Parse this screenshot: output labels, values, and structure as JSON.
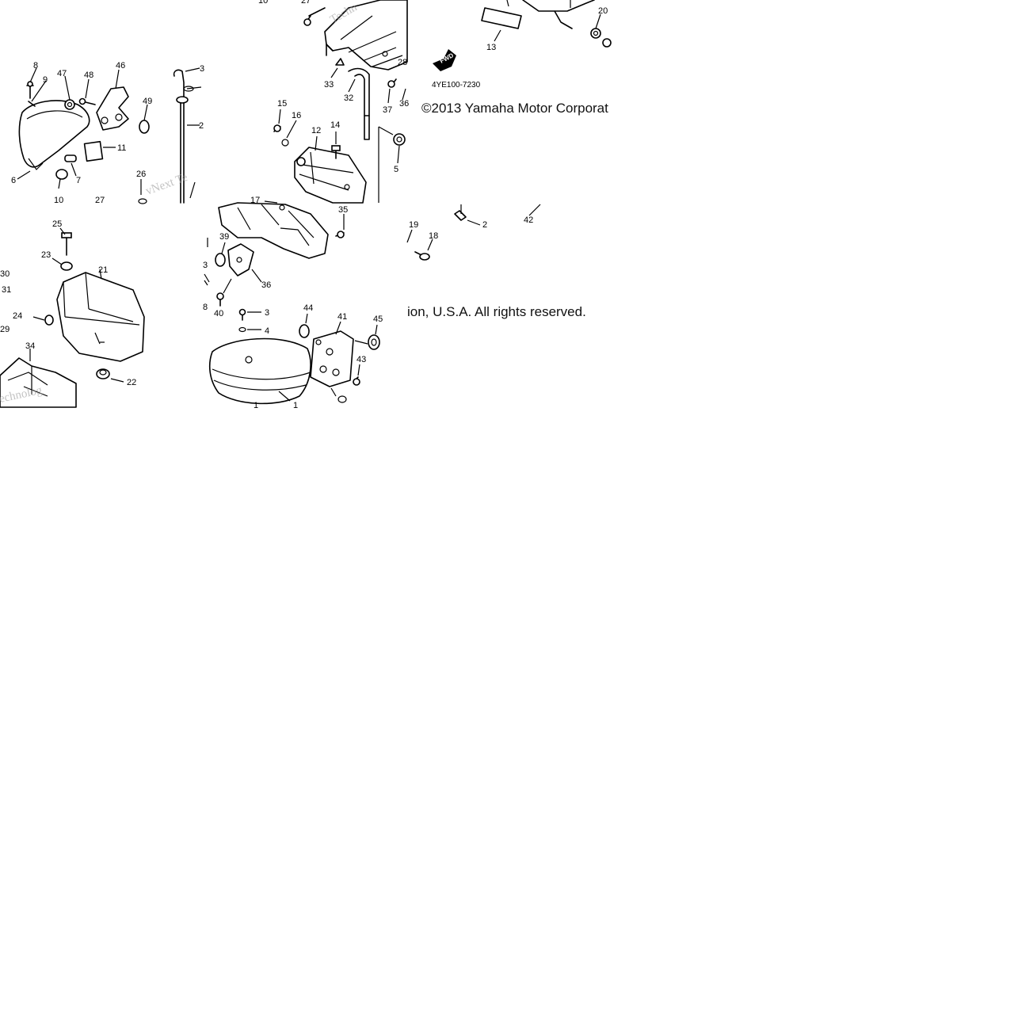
{
  "copyright": {
    "part_a": "©2013 Yamaha Motor Corporat",
    "part_b": "ion, U.S.A. All rights reserved."
  },
  "diagram_code": "4YE100-7230",
  "fwd_arrow_label": "FWD",
  "watermarks": [
    "vNext Te",
    "Techn",
    "echnolog"
  ],
  "callouts": {
    "c1": "1",
    "c2": "2",
    "c3": "3",
    "c4": "4",
    "c5": "5",
    "c6": "6",
    "c7": "7",
    "c8": "8",
    "c9": "9",
    "c10": "10",
    "c11": "11",
    "c12": "12",
    "c13": "13",
    "c14": "14",
    "c15": "15",
    "c16": "16",
    "c17": "17",
    "c18": "18",
    "c19": "19",
    "c20": "20",
    "c21": "21",
    "c22": "22",
    "c23": "23",
    "c24": "24",
    "c25": "25",
    "c26": "26",
    "c27": "27",
    "c28": "28",
    "c29": "29",
    "c30": "30",
    "c31": "31",
    "c32": "32",
    "c33": "33",
    "c34": "34",
    "c35": "35",
    "c36": "36",
    "c37": "37",
    "c39": "39",
    "c40": "40",
    "c41": "41",
    "c42": "42",
    "c43": "43",
    "c44": "44",
    "c45": "45",
    "c46": "46",
    "c47": "47",
    "c48": "48",
    "c49": "49"
  }
}
